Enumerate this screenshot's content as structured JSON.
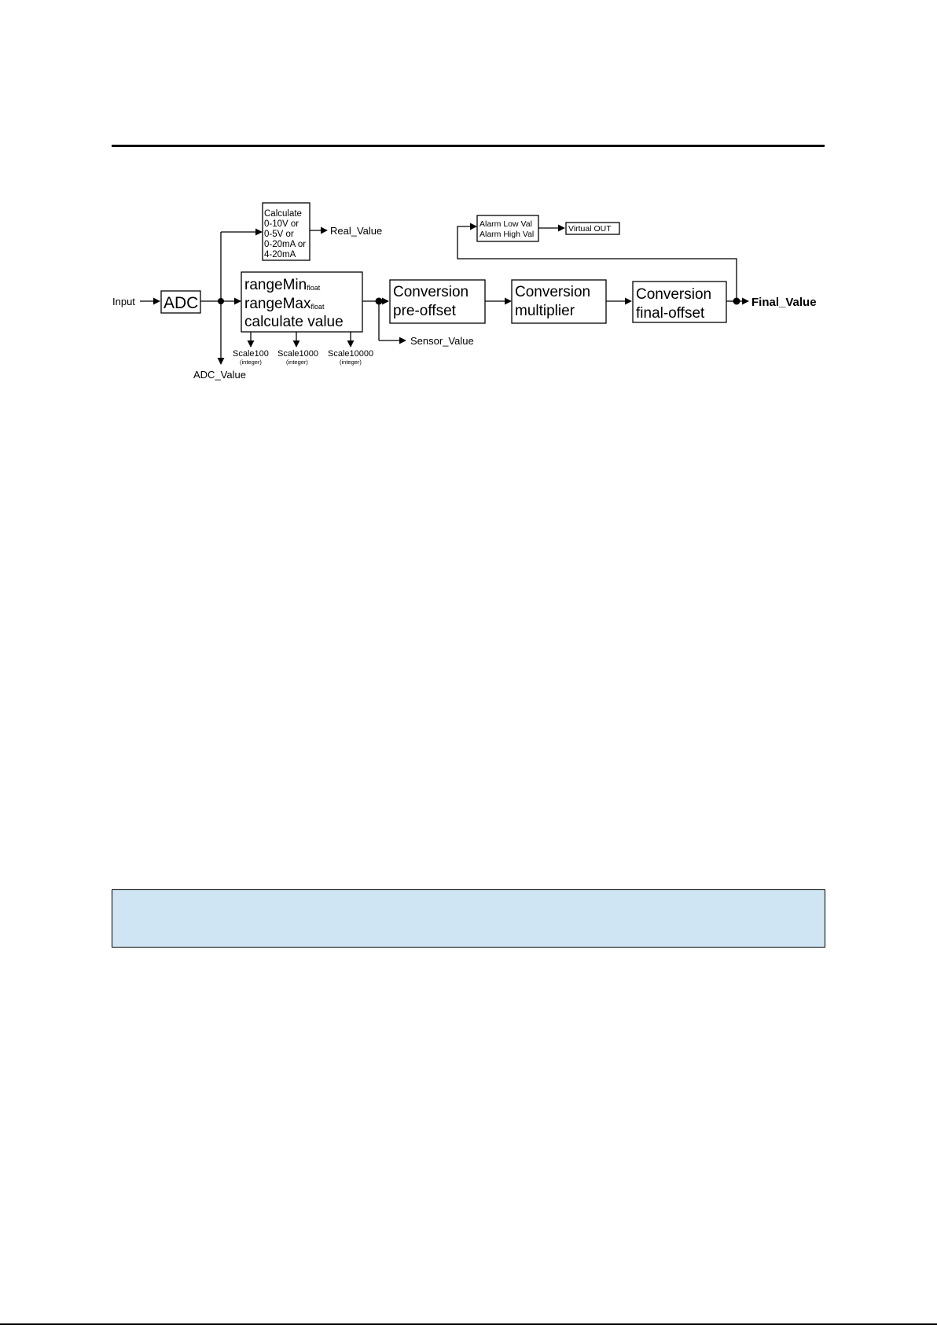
{
  "diagram": {
    "input_label": "Input",
    "adc": "ADC",
    "adc_value": "ADC_Value",
    "calculate": [
      "Calculate",
      "0-10V or",
      "0-5V or",
      "0-20mA or",
      "4-20mA"
    ],
    "real_value": "Real_Value",
    "range_min": "rangeMin",
    "range_max": "rangeMax",
    "float_sub": "float",
    "calculate_value": "calculate value",
    "scale100": "Scale100",
    "scale1000": "Scale1000",
    "scale10000": "Scale10000",
    "integer_sub": "(integer)",
    "sensor_value": "Sensor_Value",
    "conv_pre": [
      "Conversion",
      "pre-offset"
    ],
    "conv_mult": [
      "Conversion",
      "multiplier"
    ],
    "conv_final": [
      "Conversion",
      "final-offset"
    ],
    "final_value": "Final_Value",
    "alarm": [
      "Alarm Low Val",
      "Alarm High Val"
    ],
    "virtual_out": "Virtual OUT"
  },
  "colors": {
    "note_background": "#cfe5f3",
    "line": "#000000"
  }
}
